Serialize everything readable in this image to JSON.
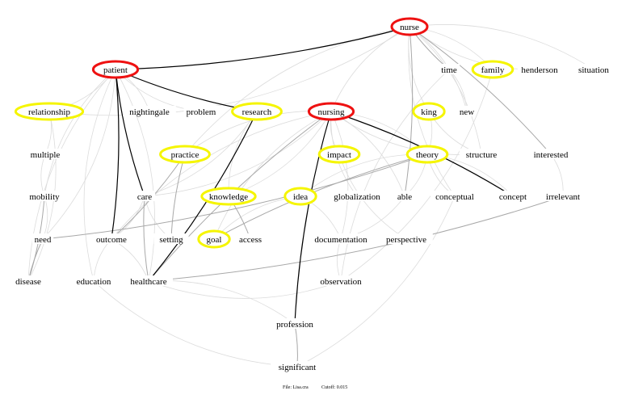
{
  "graph": {
    "footer": {
      "file_label": "File: Lisa.cra",
      "cutoff_label": "Cutoff: 0.015"
    },
    "colors": {
      "primary_ring": "#ee1111",
      "secondary_ring": "#f5f500",
      "strong_edge": "#000000",
      "medium_edge": "#a8a8a8",
      "weak_edge": "#dcdcdc"
    },
    "nodes": [
      {
        "id": "nurse",
        "label": "nurse",
        "ring": "primary"
      },
      {
        "id": "patient",
        "label": "patient",
        "ring": "primary"
      },
      {
        "id": "nursing",
        "label": "nursing",
        "ring": "primary"
      },
      {
        "id": "time",
        "label": "time",
        "ring": "none"
      },
      {
        "id": "family",
        "label": "family",
        "ring": "secondary"
      },
      {
        "id": "henderson",
        "label": "henderson",
        "ring": "none"
      },
      {
        "id": "situation",
        "label": "situation",
        "ring": "none"
      },
      {
        "id": "relationship",
        "label": "relationship",
        "ring": "secondary"
      },
      {
        "id": "nightingale",
        "label": "nightingale",
        "ring": "none"
      },
      {
        "id": "problem",
        "label": "problem",
        "ring": "none"
      },
      {
        "id": "research",
        "label": "research",
        "ring": "secondary"
      },
      {
        "id": "king",
        "label": "king",
        "ring": "secondary"
      },
      {
        "id": "new",
        "label": "new",
        "ring": "none"
      },
      {
        "id": "multiple",
        "label": "multiple",
        "ring": "none"
      },
      {
        "id": "practice",
        "label": "practice",
        "ring": "secondary"
      },
      {
        "id": "impact",
        "label": "impact",
        "ring": "secondary"
      },
      {
        "id": "theory",
        "label": "theory",
        "ring": "secondary"
      },
      {
        "id": "structure",
        "label": "structure",
        "ring": "none"
      },
      {
        "id": "interested",
        "label": "interested",
        "ring": "none"
      },
      {
        "id": "mobility",
        "label": "mobility",
        "ring": "none"
      },
      {
        "id": "care",
        "label": "care",
        "ring": "none"
      },
      {
        "id": "knowledge",
        "label": "knowledge",
        "ring": "secondary"
      },
      {
        "id": "idea",
        "label": "idea",
        "ring": "secondary"
      },
      {
        "id": "globalization",
        "label": "globalization",
        "ring": "none"
      },
      {
        "id": "able",
        "label": "able",
        "ring": "none"
      },
      {
        "id": "conceptual",
        "label": "conceptual",
        "ring": "none"
      },
      {
        "id": "concept",
        "label": "concept",
        "ring": "none"
      },
      {
        "id": "irrelevant",
        "label": "irrelevant",
        "ring": "none"
      },
      {
        "id": "need",
        "label": "need",
        "ring": "none"
      },
      {
        "id": "outcome",
        "label": "outcome",
        "ring": "none"
      },
      {
        "id": "setting",
        "label": "setting",
        "ring": "none"
      },
      {
        "id": "goal",
        "label": "goal",
        "ring": "secondary"
      },
      {
        "id": "access",
        "label": "access",
        "ring": "none"
      },
      {
        "id": "documentation",
        "label": "documentation",
        "ring": "none"
      },
      {
        "id": "perspective",
        "label": "perspective",
        "ring": "none"
      },
      {
        "id": "disease",
        "label": "disease",
        "ring": "none"
      },
      {
        "id": "education",
        "label": "education",
        "ring": "none"
      },
      {
        "id": "healthcare",
        "label": "healthcare",
        "ring": "none"
      },
      {
        "id": "observation",
        "label": "observation",
        "ring": "none"
      },
      {
        "id": "profession",
        "label": "profession",
        "ring": "none"
      },
      {
        "id": "significant",
        "label": "significant",
        "ring": "none"
      }
    ],
    "edges": [
      {
        "from": "nurse",
        "to": "patient",
        "strength": "strong"
      },
      {
        "from": "patient",
        "to": "care",
        "strength": "strong"
      },
      {
        "from": "patient",
        "to": "outcome",
        "strength": "strong"
      },
      {
        "from": "patient",
        "to": "research",
        "strength": "strong"
      },
      {
        "from": "research",
        "to": "healthcare",
        "strength": "strong"
      },
      {
        "from": "nursing",
        "to": "profession",
        "strength": "strong"
      },
      {
        "from": "nursing",
        "to": "concept",
        "strength": "strong"
      },
      {
        "from": "nurse",
        "to": "able",
        "strength": "medium"
      },
      {
        "from": "nurse",
        "to": "time",
        "strength": "medium"
      },
      {
        "from": "nurse",
        "to": "interested",
        "strength": "medium"
      },
      {
        "from": "theory",
        "to": "goal",
        "strength": "medium"
      },
      {
        "from": "theory",
        "to": "need",
        "strength": "medium"
      },
      {
        "from": "practice",
        "to": "setting",
        "strength": "medium"
      },
      {
        "from": "practice",
        "to": "outcome",
        "strength": "medium"
      },
      {
        "from": "care",
        "to": "healthcare",
        "strength": "medium"
      },
      {
        "from": "mobility",
        "to": "disease",
        "strength": "medium"
      },
      {
        "from": "need",
        "to": "disease",
        "strength": "medium"
      },
      {
        "from": "knowledge",
        "to": "access",
        "strength": "medium"
      },
      {
        "from": "healthcare",
        "to": "irrelevant",
        "strength": "medium"
      },
      {
        "from": "profession",
        "to": "significant",
        "strength": "medium"
      },
      {
        "from": "nursing",
        "to": "healthcare",
        "strength": "medium"
      },
      {
        "from": "nurse",
        "to": "family",
        "strength": "weak"
      },
      {
        "from": "nurse",
        "to": "henderson",
        "strength": "weak"
      },
      {
        "from": "nurse",
        "to": "situation",
        "strength": "weak"
      },
      {
        "from": "nurse",
        "to": "king",
        "strength": "weak"
      },
      {
        "from": "nurse",
        "to": "new",
        "strength": "weak"
      },
      {
        "from": "nurse",
        "to": "nursing",
        "strength": "weak"
      },
      {
        "from": "nurse",
        "to": "relationship",
        "strength": "weak"
      },
      {
        "from": "nurse",
        "to": "practice",
        "strength": "weak"
      },
      {
        "from": "nurse",
        "to": "structure",
        "strength": "weak"
      },
      {
        "from": "nurse",
        "to": "conceptual",
        "strength": "weak"
      },
      {
        "from": "patient",
        "to": "nightingale",
        "strength": "weak"
      },
      {
        "from": "patient",
        "to": "problem",
        "strength": "weak"
      },
      {
        "from": "patient",
        "to": "relationship",
        "strength": "weak"
      },
      {
        "from": "patient",
        "to": "mobility",
        "strength": "weak"
      },
      {
        "from": "patient",
        "to": "need",
        "strength": "weak"
      },
      {
        "from": "patient",
        "to": "education",
        "strength": "weak"
      },
      {
        "from": "patient",
        "to": "healthcare",
        "strength": "weak"
      },
      {
        "from": "patient",
        "to": "disease",
        "strength": "weak"
      },
      {
        "from": "relationship",
        "to": "multiple",
        "strength": "weak"
      },
      {
        "from": "multiple",
        "to": "mobility",
        "strength": "weak"
      },
      {
        "from": "mobility",
        "to": "need",
        "strength": "weak"
      },
      {
        "from": "nursing",
        "to": "impact",
        "strength": "weak"
      },
      {
        "from": "nursing",
        "to": "knowledge",
        "strength": "weak"
      },
      {
        "from": "nursing",
        "to": "practice",
        "strength": "weak"
      },
      {
        "from": "nursing",
        "to": "care",
        "strength": "weak"
      },
      {
        "from": "nursing",
        "to": "goal",
        "strength": "weak"
      },
      {
        "from": "nursing",
        "to": "able",
        "strength": "weak"
      },
      {
        "from": "nursing",
        "to": "structure",
        "strength": "weak"
      },
      {
        "from": "nursing",
        "to": "theory",
        "strength": "weak"
      },
      {
        "from": "nursing",
        "to": "globalization",
        "strength": "weak"
      },
      {
        "from": "nursing",
        "to": "documentation",
        "strength": "weak"
      },
      {
        "from": "nursing",
        "to": "outcome",
        "strength": "weak"
      },
      {
        "from": "king",
        "to": "theory",
        "strength": "weak"
      },
      {
        "from": "king",
        "to": "structure",
        "strength": "weak"
      },
      {
        "from": "time",
        "to": "new",
        "strength": "weak"
      },
      {
        "from": "time",
        "to": "observation",
        "strength": "weak"
      },
      {
        "from": "theory",
        "to": "able",
        "strength": "weak"
      },
      {
        "from": "theory",
        "to": "conceptual",
        "strength": "weak"
      },
      {
        "from": "theory",
        "to": "concept",
        "strength": "weak"
      },
      {
        "from": "theory",
        "to": "idea",
        "strength": "weak"
      },
      {
        "from": "interested",
        "to": "irrelevant",
        "strength": "weak"
      },
      {
        "from": "impact",
        "to": "perspective",
        "strength": "weak"
      },
      {
        "from": "idea",
        "to": "documentation",
        "strength": "weak"
      },
      {
        "from": "idea",
        "to": "goal",
        "strength": "weak"
      },
      {
        "from": "able",
        "to": "documentation",
        "strength": "weak"
      },
      {
        "from": "documentation",
        "to": "observation",
        "strength": "weak"
      },
      {
        "from": "care",
        "to": "outcome",
        "strength": "weak"
      },
      {
        "from": "care",
        "to": "setting",
        "strength": "weak"
      },
      {
        "from": "outcome",
        "to": "healthcare",
        "strength": "weak"
      },
      {
        "from": "outcome",
        "to": "education",
        "strength": "weak"
      },
      {
        "from": "research",
        "to": "care",
        "strength": "weak"
      },
      {
        "from": "research",
        "to": "knowledge",
        "strength": "weak"
      },
      {
        "from": "healthcare",
        "to": "profession",
        "strength": "weak"
      },
      {
        "from": "education",
        "to": "significant",
        "strength": "weak"
      },
      {
        "from": "conceptual",
        "to": "significant",
        "strength": "weak"
      },
      {
        "from": "healthcare",
        "to": "observation",
        "strength": "weak"
      },
      {
        "from": "family",
        "to": "observation",
        "strength": "weak"
      },
      {
        "from": "disease",
        "to": "relationship",
        "strength": "weak"
      }
    ]
  }
}
